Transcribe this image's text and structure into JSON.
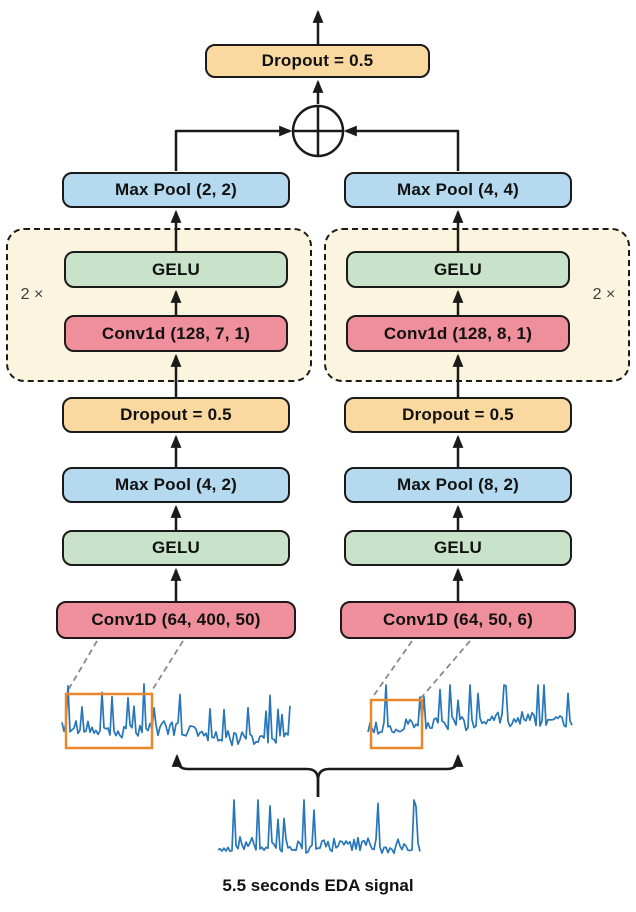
{
  "colors": {
    "dropout_box": "#fad9a1",
    "pool_box": "#b5daef",
    "gelu_box": "#c8e3c9",
    "conv_box": "#ee8f9b",
    "repeat_group_bg": "#fbf5e0",
    "outline": "#1a1a1a",
    "signal_line": "#2776b9",
    "window_highlight": "#e8882b",
    "connector_dashed": "#8a8a8a"
  },
  "output": {
    "dropout_label": "Dropout = 0.5"
  },
  "left_branch": {
    "max_pool_top_label": "Max Pool (2, 2)",
    "repeat_label": "2 ×",
    "gelu_inner_label": "GELU",
    "conv_inner_label": "Conv1d (128, 7, 1)",
    "dropout_label": "Dropout = 0.5",
    "max_pool_label": "Max Pool (4, 2)",
    "gelu_label": "GELU",
    "conv_label": "Conv1D (64, 400, 50)"
  },
  "right_branch": {
    "max_pool_top_label": "Max Pool (4, 4)",
    "repeat_label": "2 ×",
    "gelu_inner_label": "GELU",
    "conv_inner_label": "Conv1d (128, 8, 1)",
    "dropout_label": "Dropout = 0.5",
    "max_pool_label": "Max Pool (8, 2)",
    "gelu_label": "GELU",
    "conv_label": "Conv1D (64, 50, 6)"
  },
  "input": {
    "caption": "5.5 seconds EDA signal"
  }
}
